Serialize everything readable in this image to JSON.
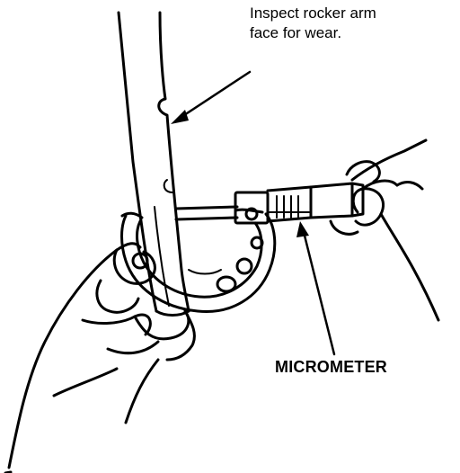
{
  "callouts": {
    "inspect_line_1": "Inspect rocker arm",
    "inspect_line_2": "face for wear.",
    "micrometer": "MICROMETER"
  },
  "colors": {
    "ink": "#000000",
    "paper": "#ffffff"
  }
}
